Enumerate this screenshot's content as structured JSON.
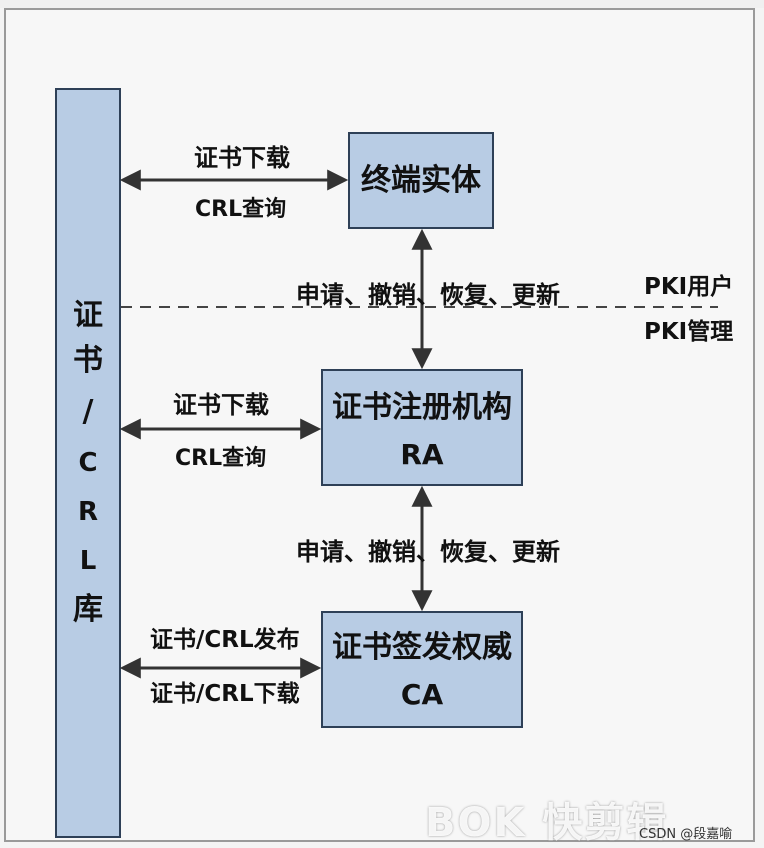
{
  "library": {
    "chars": [
      "证",
      "书",
      "/",
      "C",
      "R",
      "L",
      "库"
    ]
  },
  "end_entity": {
    "label": "终端实体"
  },
  "ra": {
    "label": "证书注册机构",
    "abbr": "RA"
  },
  "ca": {
    "label": "证书签发权威",
    "abbr": "CA"
  },
  "links": {
    "ee_download": "证书下载",
    "ee_crl_query": "CRL查询",
    "ra_download": "证书下载",
    "ra_crl_query": "CRL查询",
    "ca_publish": "证书/CRL发布",
    "ca_download": "证书/CRL下载",
    "ee_ra_ops": "申请、撤销、恢复、更新",
    "ra_ca_ops": "申请、撤销、恢复、更新"
  },
  "divider": {
    "upper": "PKI用户",
    "lower": "PKI管理"
  },
  "watermark": {
    "text": "BOK 快剪辑"
  },
  "credit": {
    "text": "CSDN @段嘉喻"
  },
  "colors": {
    "box_fill": "#b8cce4",
    "box_border": "#2e4057",
    "arrow": "#333333"
  }
}
